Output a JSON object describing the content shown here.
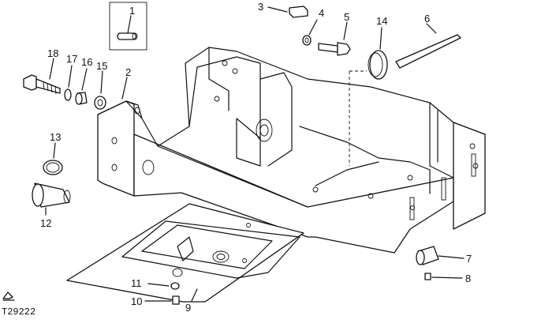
{
  "figure_id": "T29222",
  "callouts": {
    "c1": "1",
    "c2": "2",
    "c3": "3",
    "c4": "4",
    "c5": "5",
    "c6": "6",
    "c7": "7",
    "c8": "8",
    "c9": "9",
    "c10": "10",
    "c11": "11",
    "c12": "12",
    "c13": "13",
    "c14": "14",
    "c15": "15",
    "c16": "16",
    "c17": "17",
    "c18": "18"
  }
}
